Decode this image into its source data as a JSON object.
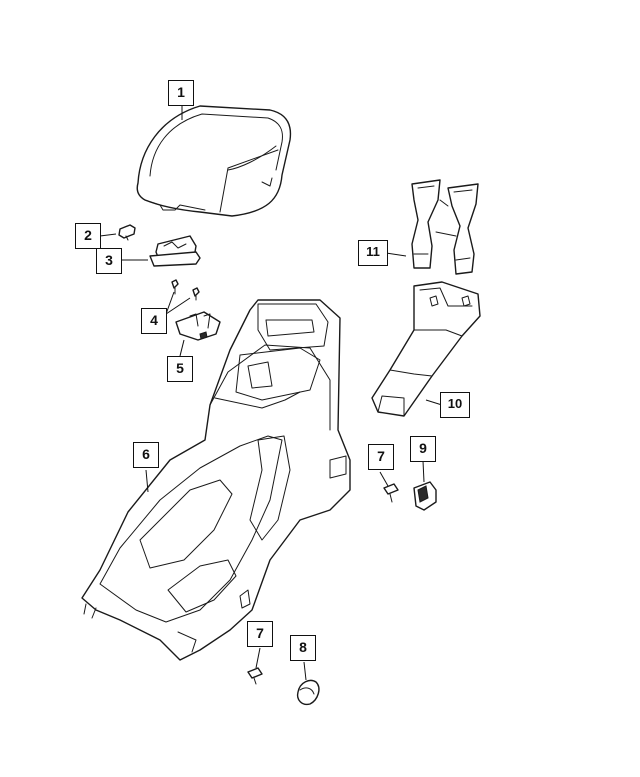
{
  "callouts": [
    {
      "id": "c1",
      "label": "1"
    },
    {
      "id": "c2",
      "label": "2"
    },
    {
      "id": "c3",
      "label": "3"
    },
    {
      "id": "c4",
      "label": "4"
    },
    {
      "id": "c5",
      "label": "5"
    },
    {
      "id": "c6",
      "label": "6"
    },
    {
      "id": "c7a",
      "label": "7"
    },
    {
      "id": "c7b",
      "label": "7"
    },
    {
      "id": "c8",
      "label": "8"
    },
    {
      "id": "c9",
      "label": "9"
    },
    {
      "id": "c10",
      "label": "10"
    },
    {
      "id": "c11",
      "label": "11"
    }
  ]
}
